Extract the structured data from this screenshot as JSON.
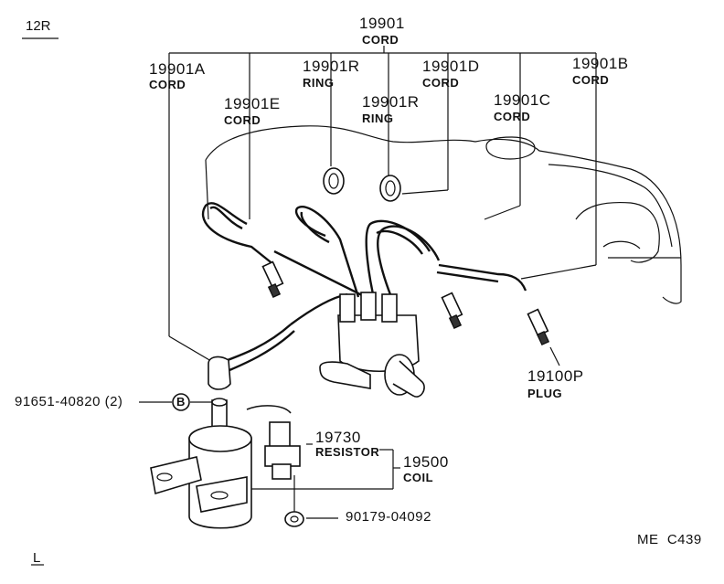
{
  "section_code": "12R",
  "corner_bottom_left": "L",
  "figure_ref": "ME  C439",
  "callouts": {
    "p19901": {
      "number": "19901",
      "desc": "CORD"
    },
    "p19901A": {
      "number": "19901A",
      "desc": "CORD"
    },
    "p19901R_1": {
      "number": "19901R",
      "desc": "RING"
    },
    "p19901D": {
      "number": "19901D",
      "desc": "CORD"
    },
    "p19901B": {
      "number": "19901B",
      "desc": "CORD"
    },
    "p19901E": {
      "number": "19901E",
      "desc": "CORD"
    },
    "p19901R_2": {
      "number": "19901R",
      "desc": "RING"
    },
    "p19901C": {
      "number": "19901C",
      "desc": "CORD"
    },
    "p19100P": {
      "number": "19100P",
      "desc": "PLUG"
    },
    "p19730": {
      "number": "19730",
      "desc": "RESISTOR"
    },
    "p19500": {
      "number": "19500",
      "desc": "COIL"
    },
    "bolt": {
      "number": "91651-40820 (2)",
      "tag": "B"
    },
    "nut": {
      "number": "90179-04092"
    }
  }
}
